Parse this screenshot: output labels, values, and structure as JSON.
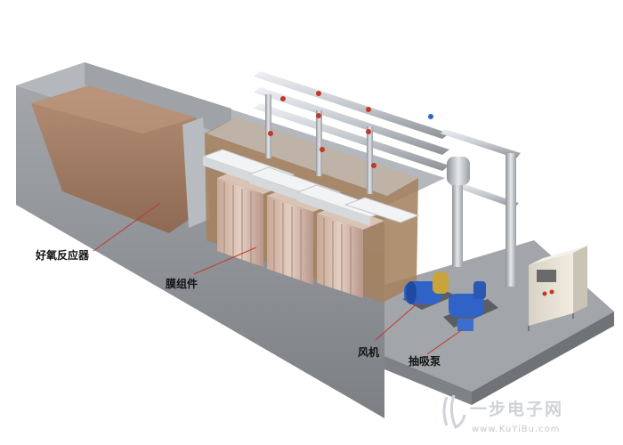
{
  "labels": {
    "aerobic_reactor": "好氧反应器",
    "membrane_module": "膜组件",
    "blower": "风机",
    "suction_pump": "抽吸泵"
  },
  "watermark": {
    "text": "一步电子网",
    "url": "www.KuYiBu.com"
  },
  "colors": {
    "concrete": "#8f9296",
    "sludge": "#a9826a",
    "pipe": "#c8ccd1",
    "valve": "#c0392b",
    "pump": "#2f63c8",
    "cabinet": "#e6e1d2",
    "leader_line": "#c0392b"
  }
}
